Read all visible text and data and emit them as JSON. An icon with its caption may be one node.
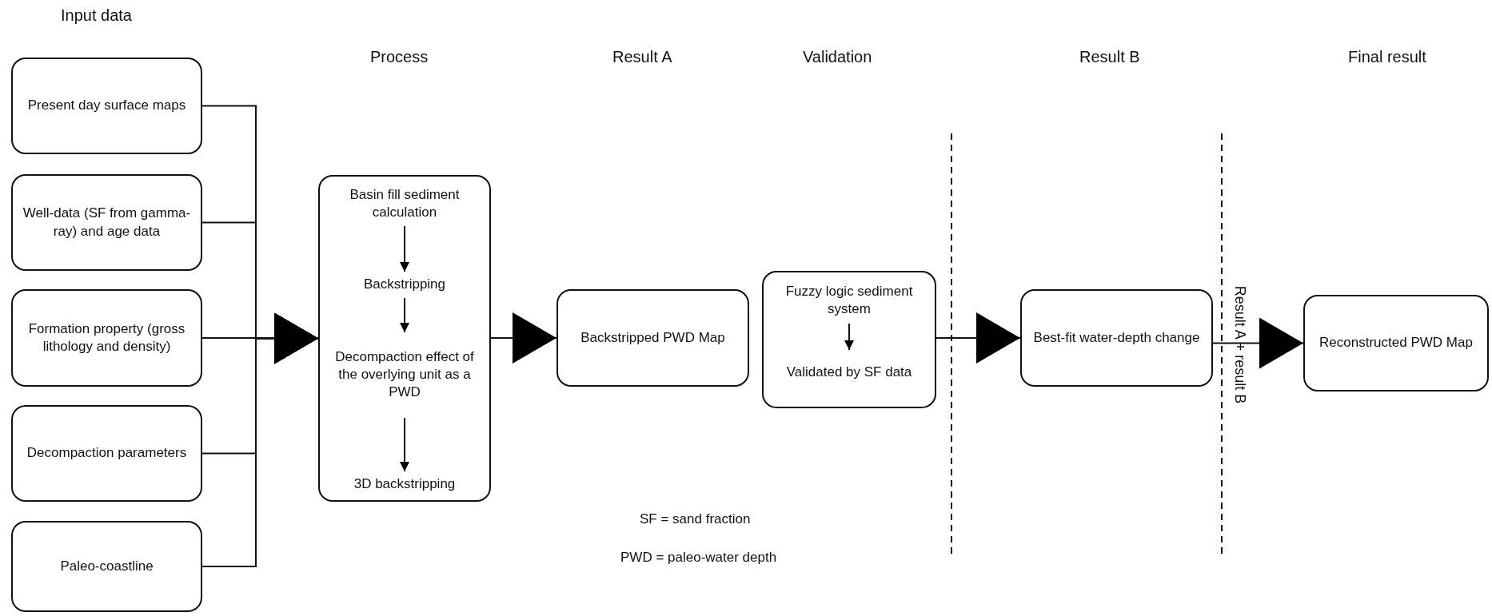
{
  "diagram": {
    "nodes": [
      {
        "text": [
          "Present day surface maps"
        ]
      },
      {
        "text": [
          "Well-data (SF from gamma-ray) and age data"
        ]
      },
      {
        "text": [
          "Formation property (gross lithology and density)"
        ]
      },
      {
        "text": [
          "Decompaction parameters"
        ]
      },
      {
        "text": [
          "Paleo-coastline"
        ]
      },
      {
        "text": [],
        "shape": "box"
      },
      {
        "text": [
          "Basin fill sediment calculation"
        ],
        "in": 5
      },
      {
        "text": [
          "Backstripping"
        ],
        "in": 5
      },
      {
        "text": [
          "Decompaction effect of the overlying unit as a PWD"
        ],
        "in": 5
      },
      {
        "text": [
          "3D backstripping"
        ],
        "in": 5
      },
      {
        "text": [
          "Backstripped PWD Map"
        ]
      },
      {
        "text": [],
        "shape": "box"
      },
      {
        "text": [
          "Fuzzy logic sediment system"
        ],
        "in": 11
      },
      {
        "text": [
          "Validated by SF data"
        ],
        "in": 11
      },
      {
        "text": [
          "Best-fit water-depth change"
        ]
      },
      {
        "text": [
          "Reconstructed PWD Map"
        ]
      }
    ],
    "edges": [
      {
        "from": 0,
        "to": 5,
        "arrow": "to"
      },
      {
        "from": 1,
        "to": 5,
        "arrow": "to"
      },
      {
        "from": 2,
        "to": 5,
        "arrow": "to"
      },
      {
        "from": 3,
        "to": 5,
        "arrow": "to"
      },
      {
        "from": 4,
        "to": 5,
        "arrow": "to"
      },
      {
        "from": 6,
        "to": 7,
        "arrow": "to"
      },
      {
        "from": 7,
        "to": 8,
        "arrow": "to"
      },
      {
        "from": 8,
        "to": 9,
        "arrow": "to"
      },
      {
        "from": 5,
        "to": 10,
        "arrow": "to"
      },
      {
        "from": 12,
        "to": 13,
        "arrow": "to"
      },
      {
        "from": 11,
        "to": 14,
        "arrow": "to"
      },
      {
        "from": 14,
        "to": 15,
        "arrow": "to"
      }
    ],
    "labels": [
      "Input data",
      "Process",
      "Result A",
      "Validation",
      "Result B",
      "Final result",
      "Result A + result B",
      "SF = sand fraction",
      "PWD = paleo-water depth"
    ]
  }
}
